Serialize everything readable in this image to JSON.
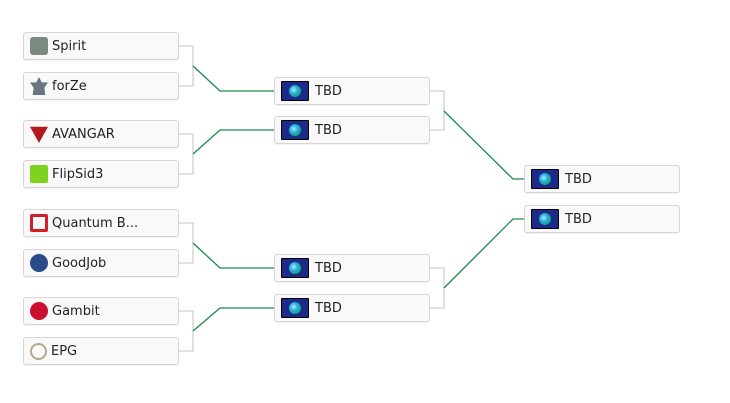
{
  "round1": [
    {
      "name": "Spirit",
      "logo": "spirit-logo",
      "color": "#7a8a80"
    },
    {
      "name": "forZe",
      "logo": "forze-logo",
      "color": "#6a7480"
    },
    {
      "name": "AVANGAR",
      "logo": "avangar-logo",
      "color": "#b01c1c"
    },
    {
      "name": "FlipSid3",
      "logo": "flipsid3-logo",
      "color": "#7ed321"
    },
    {
      "name": "Quantum B...",
      "logo": "quantum-logo",
      "color": "#d0202a"
    },
    {
      "name": "GoodJob",
      "logo": "goodjob-logo",
      "color": "#2a4a8a"
    },
    {
      "name": "Gambit",
      "logo": "gambit-logo",
      "color": "#c8102e"
    },
    {
      "name": "EPG",
      "logo": "epg-logo",
      "color": "#b8a890"
    }
  ],
  "round2": [
    {
      "name": "TBD"
    },
    {
      "name": "TBD"
    },
    {
      "name": "TBD"
    },
    {
      "name": "TBD"
    }
  ],
  "round3": [
    {
      "name": "TBD"
    },
    {
      "name": "TBD"
    }
  ],
  "colors": {
    "winner_line": "#1a8a4a",
    "bracket_line": "#cccccc"
  }
}
